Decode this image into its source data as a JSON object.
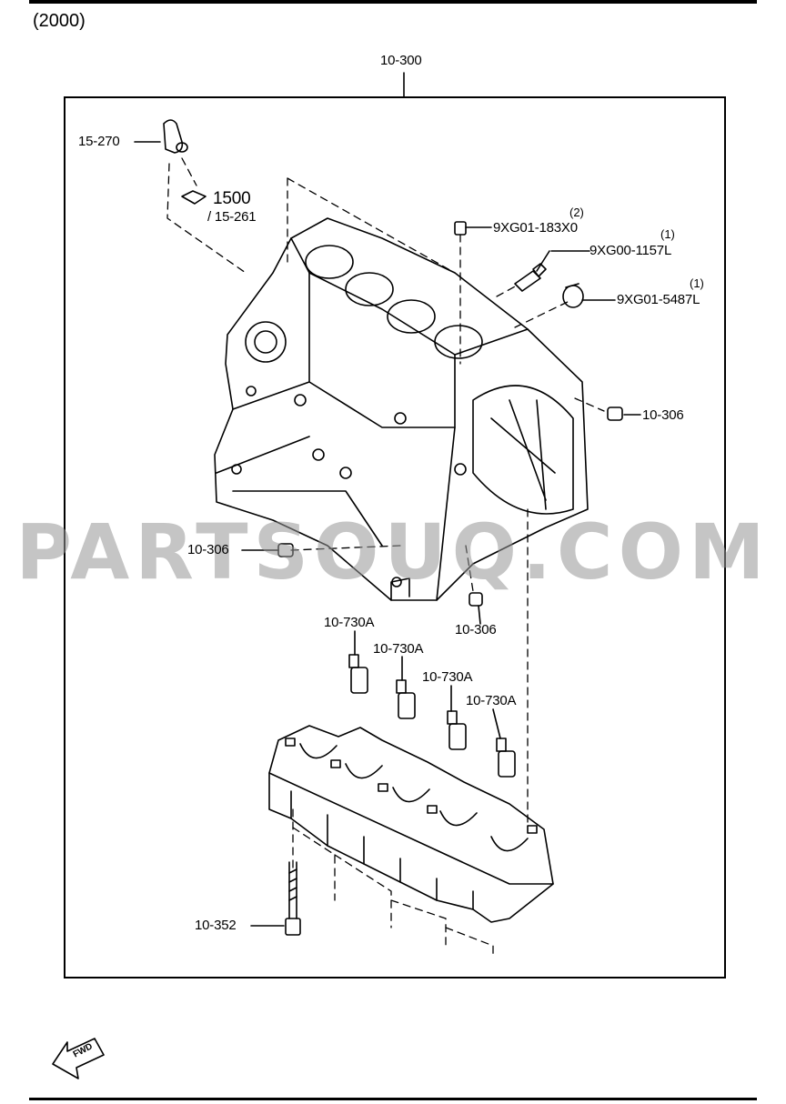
{
  "header": {
    "model_code": "(2000)"
  },
  "watermark": {
    "text": "PARTSOUQ.COM"
  },
  "fwd_badge": {
    "text": "FWD"
  },
  "callouts": [
    {
      "id": "assembly",
      "label": "10-300"
    },
    {
      "id": "pipe",
      "label": "15-270"
    },
    {
      "id": "ref_group",
      "label": "1500"
    },
    {
      "id": "ref_sub",
      "label": "/ 15-261"
    },
    {
      "id": "plug_small",
      "label": "9XG01-183X0",
      "qty": "(2)"
    },
    {
      "id": "plug_screw",
      "label": "9XG00-1157L",
      "qty": "(1)"
    },
    {
      "id": "plug_cap",
      "label": "9XG01-5487L",
      "qty": "(1)"
    },
    {
      "id": "dowel_right",
      "label": "10-306"
    },
    {
      "id": "dowel_left",
      "label": "10-306"
    },
    {
      "id": "dowel_bottom",
      "label": "10-306"
    },
    {
      "id": "jet_1",
      "label": "10-730A"
    },
    {
      "id": "jet_2",
      "label": "10-730A"
    },
    {
      "id": "jet_3",
      "label": "10-730A"
    },
    {
      "id": "jet_4",
      "label": "10-730A"
    },
    {
      "id": "bolt",
      "label": "10-352"
    }
  ]
}
